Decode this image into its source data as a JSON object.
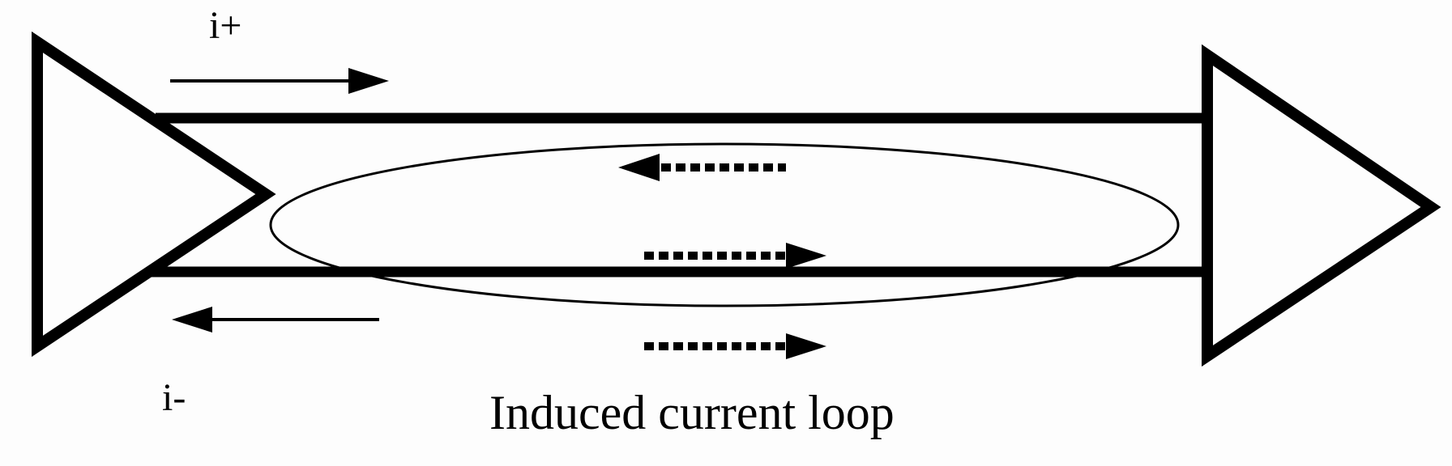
{
  "diagram": {
    "type": "circuit-schematic",
    "labels": {
      "current_positive": "i+",
      "current_negative": "i-",
      "caption": "Induced current loop"
    },
    "elements": [
      {
        "id": "driver",
        "shape": "triangle",
        "position": "left",
        "pointing": "right"
      },
      {
        "id": "receiver",
        "shape": "triangle",
        "position": "right",
        "pointing": "right"
      },
      {
        "id": "wire-top",
        "shape": "line",
        "connects": [
          "driver",
          "receiver"
        ]
      },
      {
        "id": "wire-bottom",
        "shape": "line",
        "connects": [
          "driver",
          "receiver"
        ]
      },
      {
        "id": "induced-loop",
        "shape": "ellipse",
        "label": "Induced current loop"
      },
      {
        "id": "arrow-i-plus",
        "style": "solid",
        "direction": "right",
        "label": "i+"
      },
      {
        "id": "arrow-i-minus",
        "style": "solid",
        "direction": "left",
        "label": "i-"
      },
      {
        "id": "arrow-loop-top",
        "style": "dotted",
        "direction": "left"
      },
      {
        "id": "arrow-loop-middle",
        "style": "dotted",
        "direction": "right"
      },
      {
        "id": "arrow-loop-bottom",
        "style": "dotted",
        "direction": "right"
      }
    ],
    "colors": {
      "stroke": "#000000",
      "background": "#fdfdfd"
    }
  }
}
